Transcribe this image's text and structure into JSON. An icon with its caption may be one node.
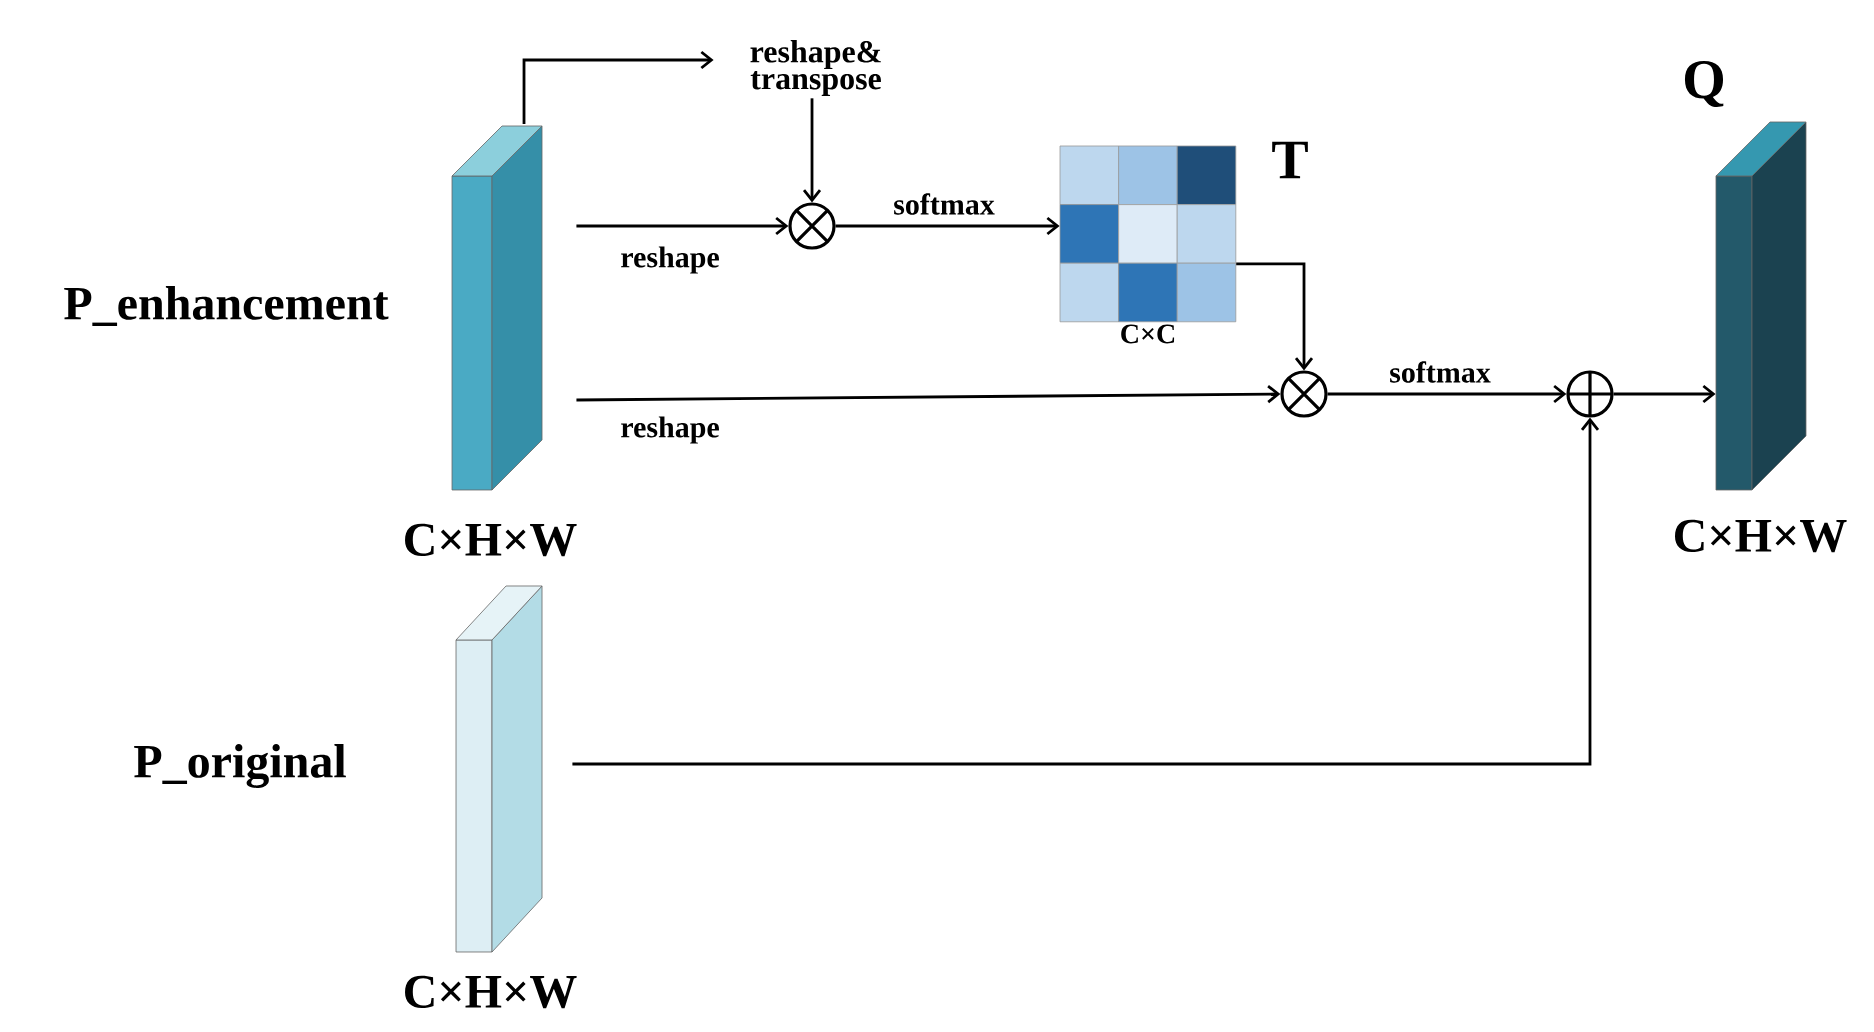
{
  "diagram": {
    "nodes": [
      {
        "text": [],
        "shape": "box",
        "beside": [
          "P_enhancement",
          "C×H×W"
        ]
      },
      {
        "text": [],
        "shape": "box",
        "beside": [
          "P_original",
          "C×H×W"
        ]
      },
      {
        "text": [],
        "shape": "circle"
      },
      {
        "text": [],
        "shape": "box",
        "beside": [
          "T",
          "C×C"
        ]
      },
      {
        "text": [],
        "shape": "circle"
      },
      {
        "text": [],
        "shape": "circle"
      },
      {
        "text": [],
        "shape": "box",
        "beside": [
          "Q",
          "C×H×W"
        ]
      },
      {
        "text": [
          "reshape& transpose"
        ]
      }
    ],
    "edges": [
      {
        "from": 0,
        "to": 7,
        "arrow": "to"
      },
      {
        "from": 7,
        "to": 2,
        "arrow": "to"
      },
      {
        "from": 0,
        "to": 2,
        "arrow": "to",
        "label": "reshape"
      },
      {
        "from": 2,
        "to": 3,
        "arrow": "to",
        "label": "softmax"
      },
      {
        "from": 3,
        "to": 4,
        "arrow": "to"
      },
      {
        "from": 0,
        "to": 4,
        "arrow": "to",
        "label": "reshape"
      },
      {
        "from": 4,
        "to": 5,
        "arrow": "to",
        "label": "softmax"
      },
      {
        "from": 5,
        "to": 6,
        "arrow": "to"
      },
      {
        "from": 1,
        "to": 5,
        "arrow": "to"
      }
    ]
  }
}
